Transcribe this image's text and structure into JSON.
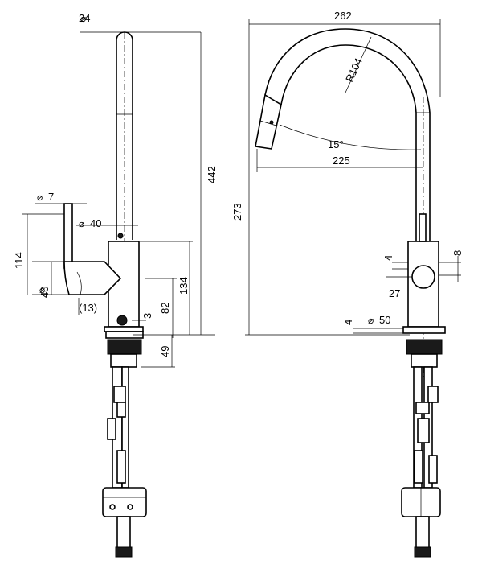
{
  "side_view": {
    "spout_diameter": "24",
    "overall_height": "442",
    "lever_diameter": "7",
    "body_diameter": "40",
    "lever_height": "114",
    "handle_diameter": "40",
    "handle_offset": "(13)",
    "deck_thickness": "3",
    "deck_to_handle": "82",
    "body_height": "134",
    "shank_length": "49"
  },
  "front_view": {
    "overall_reach": "262",
    "arc_radius": "R104",
    "spray_angle": "15°",
    "spout_reach": "225",
    "outlet_height": "273",
    "gap_small": "4",
    "cartridge_offset": "8",
    "handle_width": "27",
    "base_thickness": "4",
    "base_diameter": "50"
  }
}
